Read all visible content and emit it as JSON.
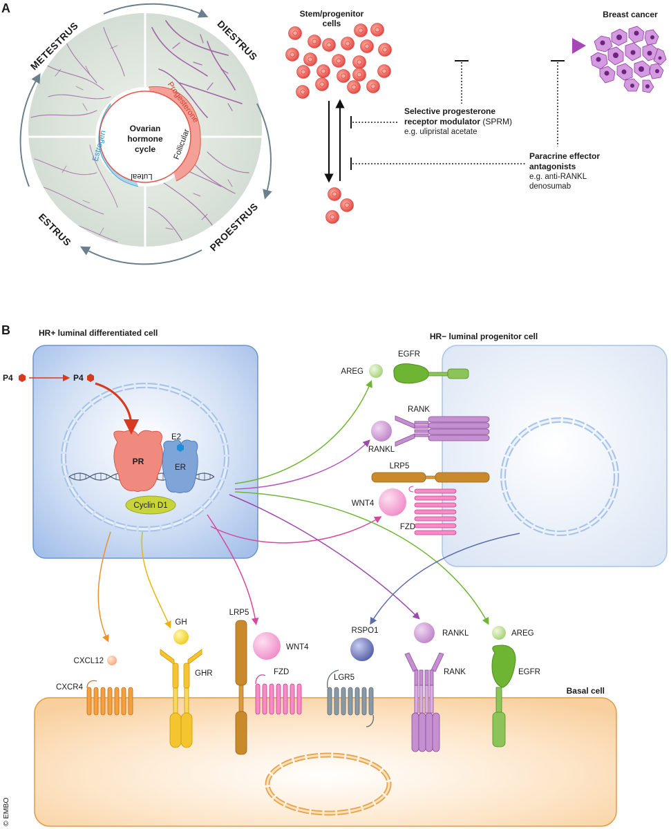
{
  "panel_a": {
    "letter": "A",
    "phases": [
      "METESTRUS",
      "DIESTRUS",
      "ESTRUS",
      "PROESTRUS"
    ],
    "cycle_center": [
      "Ovarian",
      "hormone",
      "cycle"
    ],
    "inner_labels": {
      "progesterone": "Progesterone",
      "estrogen": "Estrogen",
      "follicular": "Follicular",
      "luteal": "Luteal"
    },
    "stem_label": [
      "Stem/progenitor",
      "cells"
    ],
    "breast_cancer": "Breast cancer",
    "sprm": {
      "title_line1": "Selective progesterone",
      "title_line2": "receptor modulator",
      "abbr": " (SPRM)",
      "example": "e.g. ulipristal acetate"
    },
    "paracrine": {
      "title_line1": "Paracrine effector",
      "title_line2": "antagonists",
      "example1": "e.g. anti-RANKL",
      "example2": "denosumab"
    }
  },
  "panel_b": {
    "letter": "B",
    "hr_pos_title": "HR+ luminal differentiated cell",
    "hr_neg_title": "HR− luminal progenitor cell",
    "basal_title": "Basal cell",
    "p4_outside": "P4",
    "p4_inside": "P4",
    "pr": "PR",
    "er": "ER",
    "e2": "E2",
    "cyclin": "Cyclin D1",
    "progenitor_ligands": {
      "areg": "AREG",
      "egfr": "EGFR",
      "rank": "RANK",
      "rankl": "RANKL",
      "lrp5": "LRP5",
      "wnt4": "WNT4",
      "fzd": "FZD"
    },
    "basal_ligands": {
      "cxcl12": "CXCL12",
      "cxcr4": "CXCR4",
      "gh": "GH",
      "ghr": "GHR",
      "lrp5": "LRP5",
      "wnt4": "WNT4",
      "fzd": "FZD",
      "rspo1": "RSPO1",
      "lgr5": "LGR5",
      "rankl": "RANKL",
      "rank": "RANK",
      "areg": "AREG",
      "egfr": "EGFR"
    }
  },
  "copyright": "© EMBO",
  "colors": {
    "cell_blue": "#a9c4ea",
    "progenitor_blue": "#dfe8f5",
    "basal_orange": "#f8d0a0",
    "pr_red": "#ee7c70",
    "er_blue": "#6b94cc",
    "cyclin_green": "#c8d43a",
    "green": "#6fb534",
    "purple": "#b56ac0",
    "pink": "#e86bb0",
    "orange": "#e8922a",
    "yellow": "#f0c020",
    "brown": "#c27b20",
    "grey": "#7a8a92",
    "navy": "#5a63a8",
    "red_cell": "#e95555"
  }
}
